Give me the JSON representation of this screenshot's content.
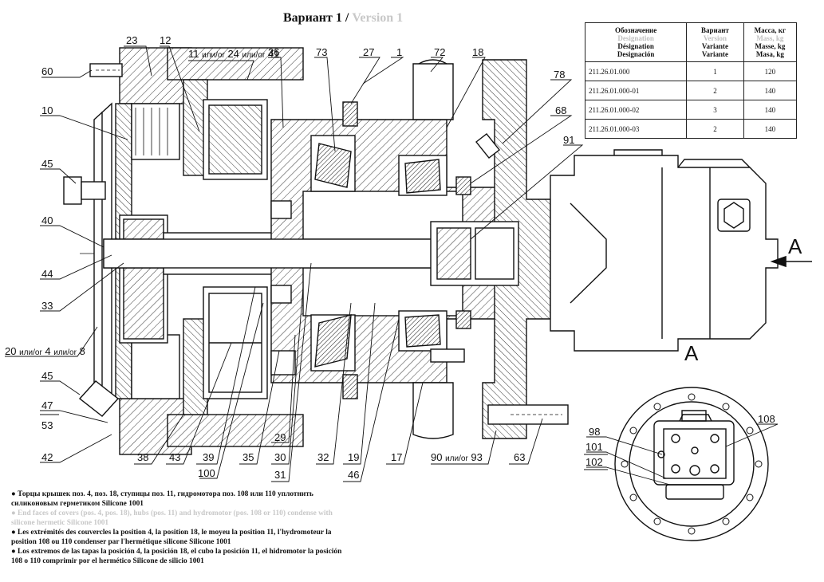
{
  "title": {
    "main": "Вариант 1 /",
    "ghost": "Version 1"
  },
  "table": {
    "headers": [
      {
        "lines": [
          "Обозначение",
          "Designation",
          "Désignation",
          "Designación"
        ],
        "ghost": [
          false,
          true,
          false,
          false
        ]
      },
      {
        "lines": [
          "Вариант",
          "Version",
          "Variante",
          "Variante"
        ],
        "ghost": [
          false,
          true,
          false,
          false
        ]
      },
      {
        "lines": [
          "Масса, кг",
          "Mass, kg",
          "Masse, kg",
          "Masa, kg"
        ],
        "ghost": [
          false,
          true,
          false,
          false
        ]
      }
    ],
    "rows": [
      [
        "211.26.01.000",
        "1",
        "120"
      ],
      [
        "211.26.01.000-01",
        "2",
        "140"
      ],
      [
        "211.26.01.000-02",
        "3",
        "140"
      ],
      [
        "211.26.01.000-03",
        "2",
        "140"
      ]
    ]
  },
  "callouts": {
    "c60": "60",
    "c23": "23",
    "c12": "12",
    "c11": "11",
    "c_or1": "или/or",
    "c24": "24",
    "c_or2": "или/or",
    "c41": "41",
    "c36": "36",
    "c73": "73",
    "c27": "27",
    "c1": "1",
    "c72": "72",
    "c18": "18",
    "c78": "78",
    "c68": "68",
    "c91": "91",
    "c10": "10",
    "c45a": "45",
    "c40": "40",
    "c44": "44",
    "c33": "33",
    "c20": "20",
    "c_or3": "или/or",
    "c4": "4",
    "c_or4": "или/or",
    "c8": "8",
    "c45b": "45",
    "c47": "47",
    "c53": "53",
    "c42": "42",
    "c38": "38",
    "c43": "43",
    "c39": "39",
    "c100": "100",
    "c35": "35",
    "c29": "29",
    "c30": "30",
    "c31": "31",
    "c32": "32",
    "c19": "19",
    "c46": "46",
    "c17": "17",
    "c90": "90",
    "c_or5": "или/or",
    "c93": "93",
    "c63": "63",
    "cA_arrow": "A",
    "cA_view": "A",
    "c98": "98",
    "c101": "101",
    "c102": "102",
    "c108": "108"
  },
  "notes": [
    {
      "text": "● Торцы крышек поз. 4, поз. 18, ступицы поз. 11, гидромотора поз. 108 или 110 уплотнить силиконовым герметиком Silicone 1001",
      "ghost": false
    },
    {
      "text": "● End faces of covers (pos. 4, pos. 18), hubs (pos. 11) and hydromotor (pos. 108 or 110) condense with silicone hermetic Silicone 1001",
      "ghost": true
    },
    {
      "text": "● Les extrémités des couvercles la position 4, la position 18, le moyeu la position 11, l'hydromoteur la position 108 ou 110 condenser par l'hermétique silicone Silicone 1001",
      "ghost": false
    },
    {
      "text": "● Los extremos de las tapas la posición 4, la posición 18, el cubo la posición 11, el hidromotor la posición 108 o 110 comprimir por el hermético Silicone de silicio 1001",
      "ghost": false
    }
  ]
}
